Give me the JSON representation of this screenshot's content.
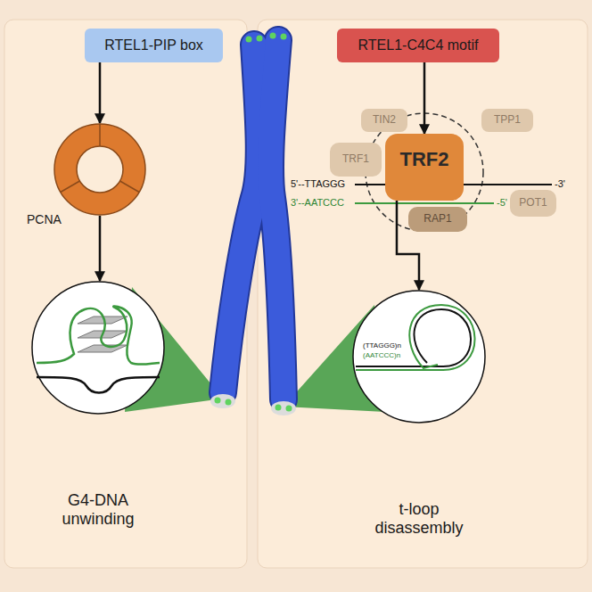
{
  "diagram": {
    "nodes": [
      {
        "text": [
          "RTEL1-PIP box"
        ]
      },
      {
        "text": [
          "RTEL1-C4C4 motif"
        ]
      },
      {
        "text": [
          "PCNA"
        ]
      },
      {
        "text": [
          "G4-DNA unwinding"
        ]
      },
      {
        "text": [
          "TIN2"
        ]
      },
      {
        "text": [
          "TPP1"
        ]
      },
      {
        "text": [
          "TRF1"
        ]
      },
      {
        "text": [
          "TRF2"
        ]
      },
      {
        "text": [
          "POT1"
        ]
      },
      {
        "text": [
          "RAP1"
        ]
      },
      {
        "text": [
          "t-loop disassembly"
        ]
      }
    ],
    "edges": [
      {
        "from": 0,
        "to": 2,
        "arrow": "to"
      },
      {
        "from": 2,
        "to": 3,
        "arrow": "to"
      },
      {
        "from": 1,
        "to": 7,
        "arrow": "to"
      },
      {
        "from": 7,
        "to": 10,
        "arrow": "to"
      }
    ],
    "labels": [
      "5'--TTAGGG",
      "-3'",
      "3'--AATCCC",
      "-5'",
      "(TTAGGG)n",
      "(AATCCC)n"
    ]
  }
}
